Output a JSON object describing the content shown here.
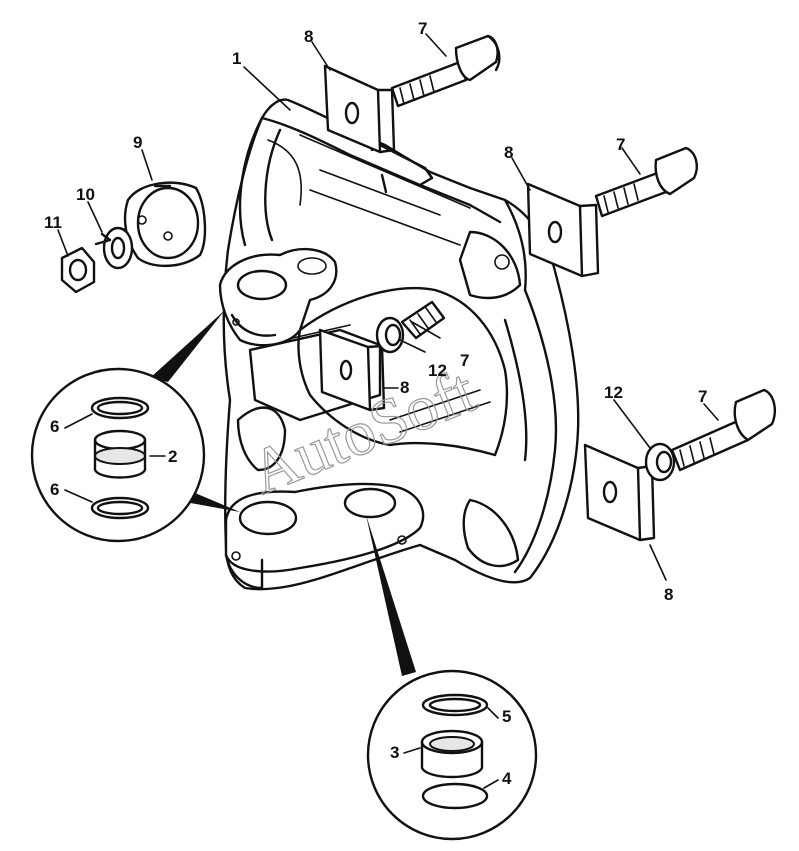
{
  "watermark": "AutoSoft",
  "callouts": [
    {
      "id": "c1",
      "text": "1"
    },
    {
      "id": "c2",
      "text": "2"
    },
    {
      "id": "c3",
      "text": "3"
    },
    {
      "id": "c4",
      "text": "4"
    },
    {
      "id": "c5",
      "text": "5"
    },
    {
      "id": "c6a",
      "text": "6"
    },
    {
      "id": "c6b",
      "text": "6"
    },
    {
      "id": "c7a",
      "text": "7"
    },
    {
      "id": "c7b",
      "text": "7"
    },
    {
      "id": "c7c",
      "text": "7"
    },
    {
      "id": "c7d",
      "text": "7"
    },
    {
      "id": "c8a",
      "text": "8"
    },
    {
      "id": "c8b",
      "text": "8"
    },
    {
      "id": "c8c",
      "text": "8"
    },
    {
      "id": "c8d",
      "text": "8"
    },
    {
      "id": "c9",
      "text": "9"
    },
    {
      "id": "c10",
      "text": "10"
    },
    {
      "id": "c11",
      "text": "11"
    },
    {
      "id": "c12a",
      "text": "12"
    },
    {
      "id": "c12b",
      "text": "12"
    }
  ]
}
